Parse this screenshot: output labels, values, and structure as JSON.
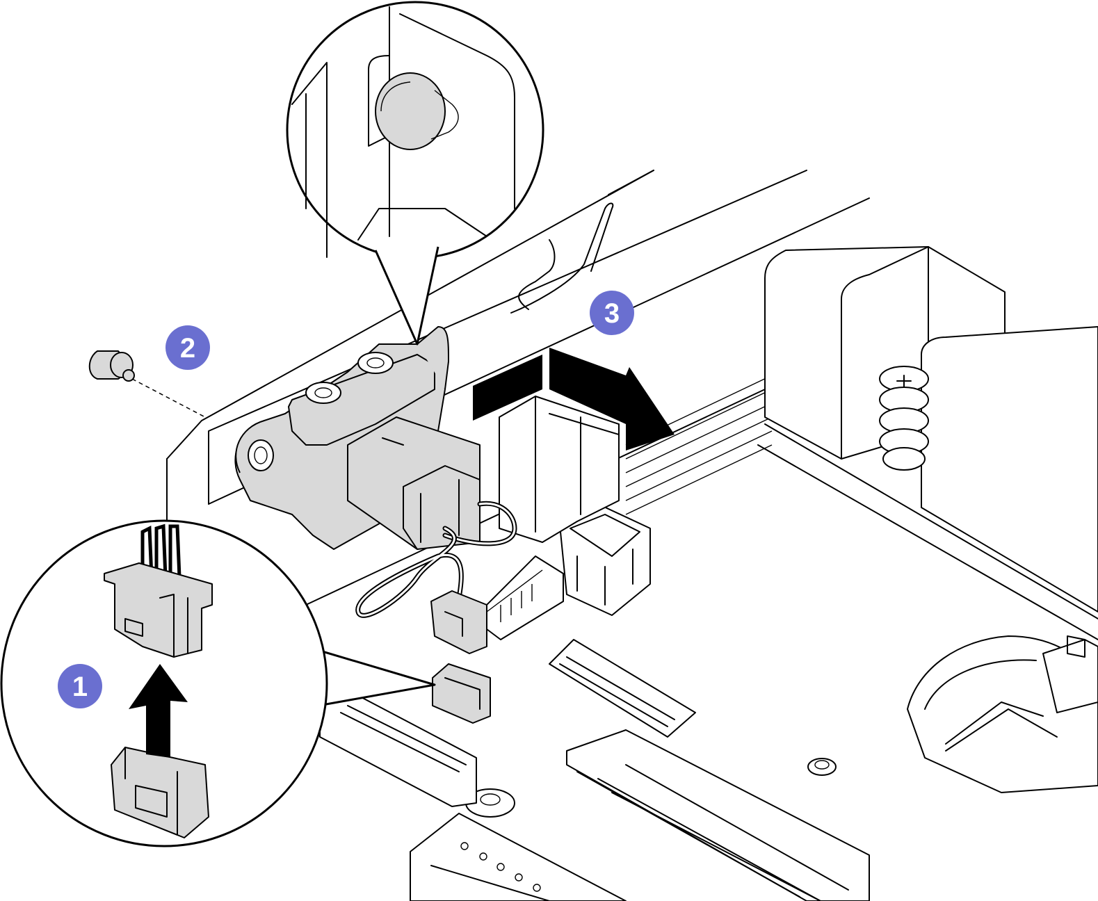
{
  "steps": [
    {
      "label": "1",
      "color": "#6a6fd0"
    },
    {
      "label": "2",
      "color": "#6a6fd0"
    },
    {
      "label": "3",
      "color": "#6a6fd0"
    }
  ],
  "colors": {
    "callout_badge": "#6a6fd0",
    "part_fill": "#d9d9d9",
    "arrow": "#000000",
    "outline": "#000000"
  },
  "icons": {
    "step1": "up-arrow-icon",
    "step2": "screw-icon",
    "step3": "right-arrow-icon"
  }
}
